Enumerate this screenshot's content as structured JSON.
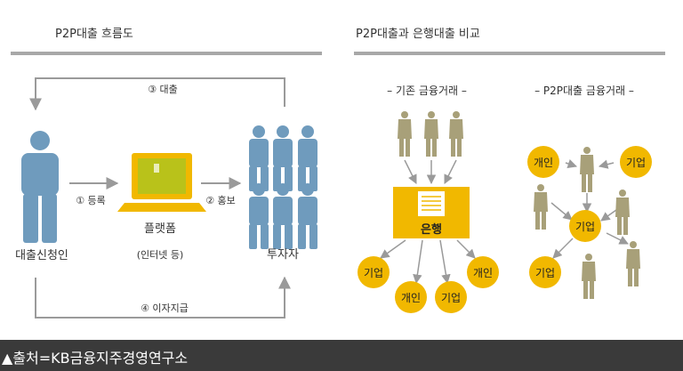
{
  "left_panel": {
    "title": "P2P대출 흐름도",
    "step1": "① 등록",
    "step2": "② 홍보",
    "step3": "③ 대출",
    "step4": "④ 이자지급",
    "borrower_label": "대출신청인",
    "platform_label": "플랫폼",
    "platform_sublabel": "(인터넷 등)",
    "investor_label": "투자자"
  },
  "right_panel": {
    "title": "P2P대출과 은행대출 비교",
    "traditional_header": "– 기존 금융거래 –",
    "p2p_header": "– P2P대출 금융거래 –",
    "bank_label": "은행",
    "traditional_nodes": [
      "기업",
      "개인",
      "기업",
      "개인"
    ],
    "p2p_nodes": [
      "개인",
      "기업",
      "기업",
      "기업"
    ]
  },
  "caption": "▲출처=KB금융지주경영연구소",
  "colors": {
    "person_blue": "#6f9bbd",
    "person_khaki": "#a8a079",
    "accent_yellow": "#f1b800",
    "arrow_gray": "#9a9a9a",
    "divider_gray": "#a8a8a8",
    "caption_bg": "#3a3a3a"
  }
}
